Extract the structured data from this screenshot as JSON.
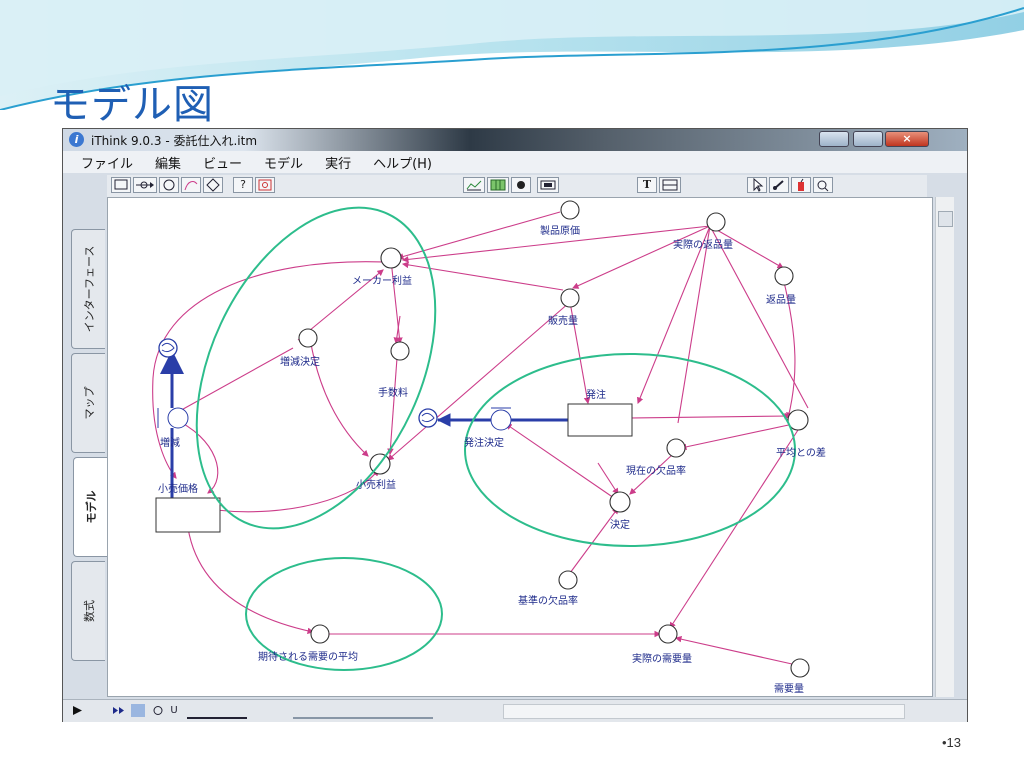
{
  "slide": {
    "title": "モデル図",
    "page_number": "•13"
  },
  "window": {
    "title": "iThink 9.0.3 - 委託仕入れ.itm",
    "info_icon": "i"
  },
  "menu": {
    "items": [
      "ファイル",
      "編集",
      "ビュー",
      "モデル",
      "実行",
      "ヘルプ(H)"
    ]
  },
  "toolbar": {
    "buttons": [
      "stock-tool",
      "flow-tool",
      "converter-tool",
      "connector-tool",
      "decision-tool",
      "?",
      "ghost-tool",
      "graph-tool",
      "table-tool",
      "sector-tool",
      "button-tool",
      "T",
      "image-tool",
      "pointer-tool",
      "paintbrush-tool",
      "dynamite-tool",
      "zoom-tool"
    ],
    "help_label": "?",
    "text_label": "T"
  },
  "side_tabs": [
    "インターフェース",
    "マップ",
    "モデル",
    "数式"
  ],
  "diagram": {
    "labels": {
      "seihin_genka": "製品原価",
      "jissai_henpin": "実際の返品量",
      "henpin": "返品量",
      "maker_rieki": "メーカー利益",
      "hanbai": "販売量",
      "zougen_kettei": "増減決定",
      "tesuuryou": "手数料",
      "zougen": "増減",
      "kouri_kakaku": "小売価格",
      "kouri_rieki": "小売利益",
      "hacchuu": "発注",
      "hacchuu_kettei": "発注決定",
      "heikin_sa": "平均との差",
      "genzai_ketsuhin": "現在の欠品率",
      "kettei": "決定",
      "kijun_ketsuhin": "基準の欠品率",
      "kitai_juyou": "期待される需要の平均",
      "jissai_juyou": "実際の需要量",
      "juyou": "需要量"
    }
  },
  "status_bar": {
    "step_u": "U"
  },
  "colors": {
    "title": "#1f5fb4",
    "connector": "#cc3d8a",
    "ellipse": "#2dbd8c",
    "node_label": "#1d2a8a",
    "flow": "#2a3ea8"
  }
}
